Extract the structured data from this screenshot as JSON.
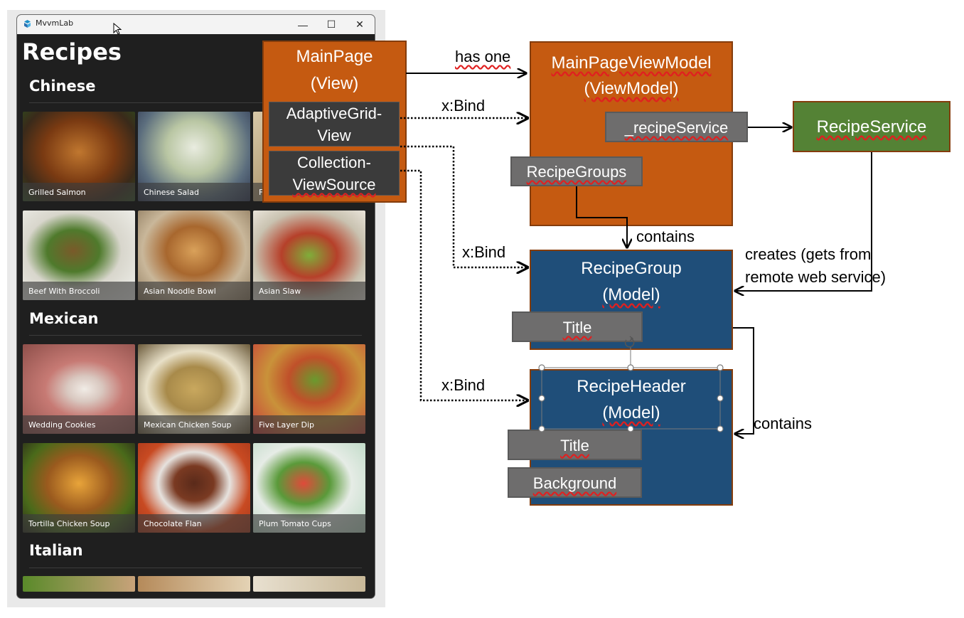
{
  "window": {
    "title": "MvvmLab",
    "controls": {
      "minimize": "—",
      "maximize": "☐",
      "close": "✕"
    }
  },
  "page": {
    "title": "Recipes",
    "groups": [
      {
        "header": "Chinese",
        "items": [
          "Grilled Salmon",
          "Chinese Salad",
          "F",
          "Beef With Broccoli",
          "Asian Noodle Bowl",
          "Asian Slaw"
        ]
      },
      {
        "header": "Mexican",
        "items": [
          "Wedding Cookies",
          "Mexican Chicken Soup",
          "Five Layer Dip",
          "Tortilla Chicken Soup",
          "Chocolate Flan",
          "Plum Tomato Cups"
        ]
      },
      {
        "header": "Italian",
        "items": []
      }
    ]
  },
  "diagram": {
    "mainpage": {
      "line1": "MainPage",
      "line2": "(View)"
    },
    "adaptivegrid": {
      "line1": "AdaptiveGrid-",
      "line2": "View"
    },
    "collectionviewsource": {
      "line1": "Collection-",
      "line2": "ViewSource"
    },
    "viewmodel": {
      "line1": "MainPageViewModel",
      "line2": "(ViewModel)"
    },
    "recipe_service_field": "_recipeService",
    "recipe_groups": "RecipeGroups",
    "recipe_service": "RecipeService",
    "recipegroup": {
      "line1": "RecipeGroup",
      "line2": "(Model)",
      "title": "Title"
    },
    "recipeheader": {
      "line1": "RecipeHeader",
      "line2": "(Model)",
      "title": "Title",
      "background": "Background"
    },
    "labels": {
      "has_one": "has one",
      "xbind": "x:Bind",
      "contains": "contains",
      "creates_line1": "creates (gets from",
      "creates_line2": "remote web service)"
    }
  },
  "colors": {
    "view_orange": "#c55a11",
    "model_blue": "#1f4e79",
    "service_green": "#548235",
    "field_gray": "#6e6d6d",
    "app_background": "#1f1f1f"
  }
}
